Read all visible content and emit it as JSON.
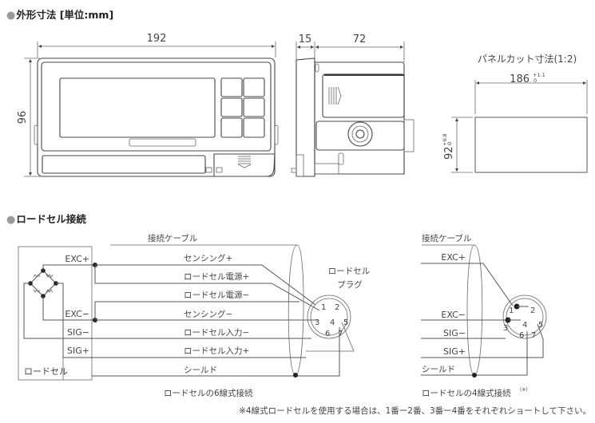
{
  "sections": {
    "dimensions_title": "外形寸法 [単位:mm]",
    "wiring_title": "ロードセル接続"
  },
  "dimensions": {
    "width": "192",
    "height": "96",
    "depth_front": "15",
    "depth_body": "72",
    "panel_cut_title": "パネルカット寸法(1:2)",
    "panel_cut_width": "186",
    "panel_cut_width_tol_plus": "+1.1",
    "panel_cut_width_tol_minus": "0",
    "panel_cut_height": "92",
    "panel_cut_height_tol_plus": "+0.8",
    "panel_cut_height_tol_minus": "0"
  },
  "six_wire": {
    "cable_label": "接続ケーブル",
    "loadcell_label": "ロードセル",
    "plug_label_1": "ロードセル",
    "plug_label_2": "プラグ",
    "terminals": [
      "EXC+",
      "EXC−",
      "SIG−",
      "SIG+"
    ],
    "wires": [
      "センシング+",
      "ロードセル電源+",
      "ロードセル電源−",
      "センシング−",
      "ロードセル入力−",
      "ロードセル入力+",
      "シールド"
    ],
    "pins": [
      "1",
      "2",
      "3",
      "4",
      "5",
      "6",
      "7"
    ],
    "caption": "ロードセルの6線式接続"
  },
  "four_wire": {
    "cable_label": "接続ケーブル",
    "wires": [
      "EXC+",
      "EXC−",
      "SIG−",
      "SIG+",
      "シールド"
    ],
    "pins": [
      "1",
      "2",
      "3",
      "4",
      "5",
      "6",
      "7"
    ],
    "caption": "ロードセルの4線式接続",
    "caption_note": "(※)"
  },
  "footnote": "※4線式ロードセルを使用する場合は、1番ー2番、3番ー4番をそれぞれショートして下さい。"
}
